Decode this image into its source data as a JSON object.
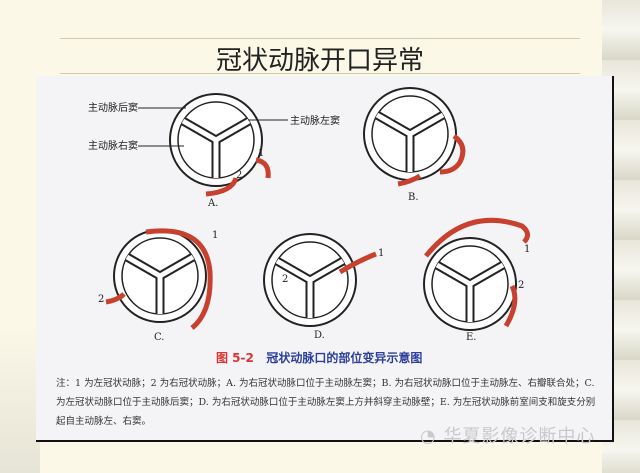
{
  "slide": {
    "title": "冠状动脉开口异常"
  },
  "figure": {
    "labels": {
      "posterior_sinus": "主动脉后窦",
      "left_sinus": "主动脉左窦",
      "right_sinus": "主动脉右窦"
    },
    "panels": [
      "A.",
      "B.",
      "C.",
      "D.",
      "E."
    ],
    "vessel_numbers": [
      "1",
      "2"
    ],
    "caption_num": "图 5-2",
    "caption_text": "冠状动脉口的部位变异示意图",
    "note": "注：1 为左冠状动脉；2 为右冠状动脉；A. 为右冠状动脉口位于主动脉左窦；B. 为右冠状动脉口位于主动脉左、右瓣联合处；C. 为左冠状动脉口位于主动脉后窦；D. 为右冠状动脉口位于主动脉左窦上方并斜穿主动脉壁；E. 为左冠状动脉前室间支和旋支分别起自主动脉左、右窦。",
    "vessel_color": "#c8402e"
  },
  "watermark": "华夏影像诊断中心"
}
